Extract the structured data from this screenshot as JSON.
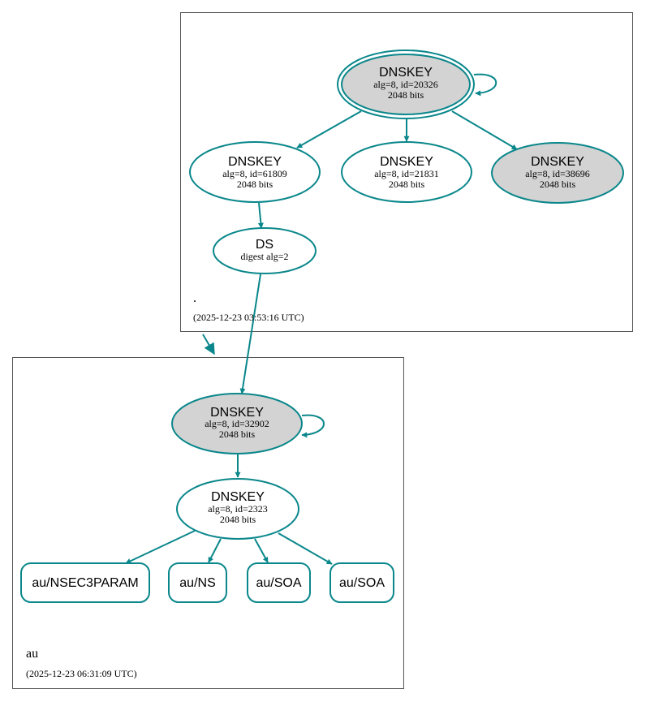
{
  "colors": {
    "edge": "#0a878b",
    "sep_fill": "#d3d3d3",
    "plain_fill": "#ffffff",
    "border": "#555555"
  },
  "zones": {
    "root": {
      "name": ".",
      "timestamp": "(2025-12-23 03:53:16 UTC)"
    },
    "au": {
      "name": "au",
      "timestamp": "(2025-12-23 06:31:09 UTC)"
    }
  },
  "nodes": {
    "root_ksk": {
      "title": "DNSKEY",
      "line1": "alg=8, id=20326",
      "line2": "2048 bits",
      "fill": "sep"
    },
    "root_zsk1": {
      "title": "DNSKEY",
      "line1": "alg=8, id=61809",
      "line2": "2048 bits",
      "fill": "plain"
    },
    "root_zsk2": {
      "title": "DNSKEY",
      "line1": "alg=8, id=21831",
      "line2": "2048 bits",
      "fill": "plain"
    },
    "root_zsk3": {
      "title": "DNSKEY",
      "line1": "alg=8, id=38696",
      "line2": "2048 bits",
      "fill": "sep"
    },
    "root_ds": {
      "title": "DS",
      "line1": "digest alg=2"
    },
    "au_ksk": {
      "title": "DNSKEY",
      "line1": "alg=8, id=32902",
      "line2": "2048 bits",
      "fill": "sep"
    },
    "au_zsk": {
      "title": "DNSKEY",
      "line1": "alg=8, id=2323",
      "line2": "2048 bits",
      "fill": "plain"
    }
  },
  "rrsets": [
    {
      "label": "au/NSEC3PARAM"
    },
    {
      "label": "au/NS"
    },
    {
      "label": "au/SOA"
    },
    {
      "label": "au/SOA"
    }
  ]
}
